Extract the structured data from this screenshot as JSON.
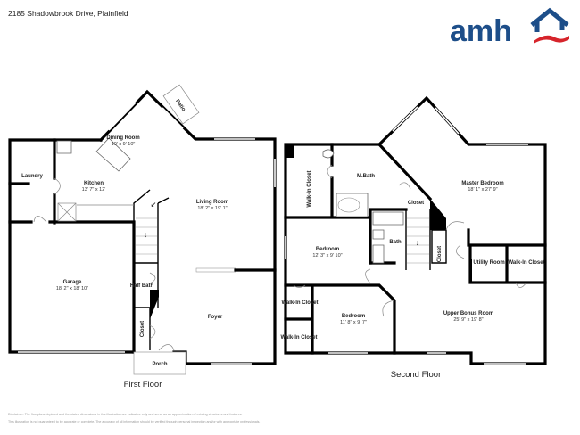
{
  "header": {
    "address": "2185 Shadowbrook Drive, Plainfield"
  },
  "logo": {
    "text": "amh",
    "colors": {
      "blue": "#1d4e89",
      "red": "#d6242b"
    }
  },
  "first_floor": {
    "title": "First Floor",
    "rooms": [
      {
        "name": "Dining Room",
        "dims": "10' x 9' 10\""
      },
      {
        "name": "Kitchen",
        "dims": "13' 7\" x 12'"
      },
      {
        "name": "Laundry",
        "dims": ""
      },
      {
        "name": "Living Room",
        "dims": "18' 2\" x 19' 1\""
      },
      {
        "name": "Garage",
        "dims": "18' 2\" x 18' 10\""
      },
      {
        "name": "Half Bath",
        "dims": ""
      },
      {
        "name": "Closet",
        "dims": ""
      },
      {
        "name": "Foyer",
        "dims": ""
      },
      {
        "name": "Porch",
        "dims": ""
      },
      {
        "name": "Patio",
        "dims": ""
      }
    ]
  },
  "second_floor": {
    "title": "Second Floor",
    "rooms": [
      {
        "name": "Walk-In Closet",
        "dims": ""
      },
      {
        "name": "M.Bath",
        "dims": ""
      },
      {
        "name": "Closet",
        "dims": ""
      },
      {
        "name": "Master Bedroom",
        "dims": "18' 1\" x 27' 9\""
      },
      {
        "name": "Bedroom",
        "dims": "12' 3\" x 9' 10\""
      },
      {
        "name": "Bath",
        "dims": ""
      },
      {
        "name": "Closet",
        "dims": ""
      },
      {
        "name": "Utility Room",
        "dims": ""
      },
      {
        "name": "Walk-In Closet",
        "dims": ""
      },
      {
        "name": "Walk-In Closet",
        "dims": ""
      },
      {
        "name": "Bedroom",
        "dims": "11' 8\" x 9' 7\""
      },
      {
        "name": "Walk-In Closet",
        "dims": ""
      },
      {
        "name": "Upper Bonus Room",
        "dims": "25' 9\" x 19' 8\""
      }
    ]
  },
  "disclaimer": {
    "line1": "Disclaimer: The floorplans depicted and the stated dimensions in this illustration are indicative only and serve as an approximation of existing structures and features.",
    "line2": "This illustration is not guaranteed to be accurate or complete. The accuracy of all information should be verified through personal inspection and/or with appropriate professionals."
  }
}
